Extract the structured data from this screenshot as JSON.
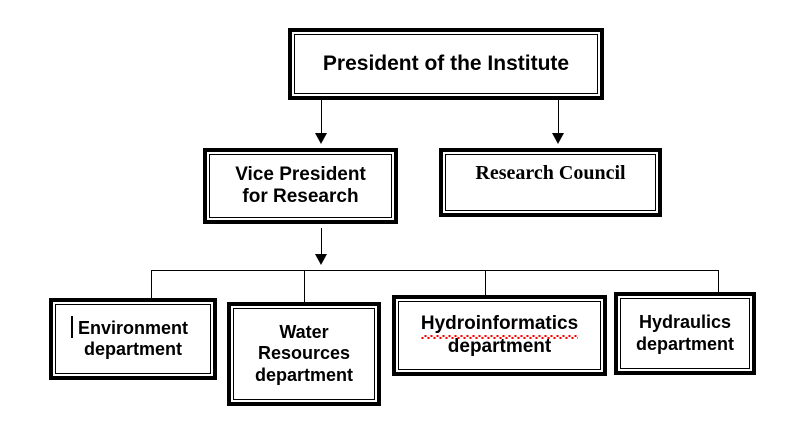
{
  "diagram": {
    "type": "organization-chart",
    "title": "Institute Research Organization Structure",
    "nodes": {
      "president": {
        "label": "President of the Institute",
        "level": 1,
        "font": "sans",
        "font_size": "21px"
      },
      "vice_president": {
        "label": "Vice President\nfor Research",
        "level": 2,
        "font": "sans",
        "font_size": "19px"
      },
      "research_council": {
        "label": "Research Council",
        "level": 2,
        "font": "serif",
        "font_size": "20px"
      },
      "environment": {
        "label": "Environment\ndepartment",
        "level": 3,
        "font": "sans",
        "font_size": "18px"
      },
      "water_resources": {
        "label": "Water\nResources\ndepartment",
        "level": 3,
        "font": "sans",
        "font_size": "18px"
      },
      "hydroinformatics_word": "Hydroinformatics",
      "hydroinformatics_rest": "department",
      "hydroinformatics": {
        "label": "Hydroinformatics\ndepartment",
        "level": 3,
        "font": "sans",
        "font_size": "19px",
        "misspelled_word": "Hydroinformatics"
      },
      "hydraulics": {
        "label": "Hydraulics\ndepartment",
        "level": 3,
        "font": "sans",
        "font_size": "18px"
      }
    },
    "connections": [
      {
        "from": "president",
        "to": "vice_president",
        "style": "arrow"
      },
      {
        "from": "president",
        "to": "research_council",
        "style": "arrow"
      },
      {
        "from": "vice_president",
        "to": "departments-bus",
        "style": "arrow"
      },
      {
        "from": "departments-bus",
        "to": "environment",
        "style": "line"
      },
      {
        "from": "departments-bus",
        "to": "water_resources",
        "style": "line"
      },
      {
        "from": "departments-bus",
        "to": "hydroinformatics",
        "style": "line"
      },
      {
        "from": "departments-bus",
        "to": "hydraulics",
        "style": "line"
      }
    ],
    "colors": {
      "border": "#000000",
      "fill": "#ffffff",
      "text": "#000000",
      "spellcheck_underline": "#ff0000",
      "background": "#ffffff"
    }
  }
}
